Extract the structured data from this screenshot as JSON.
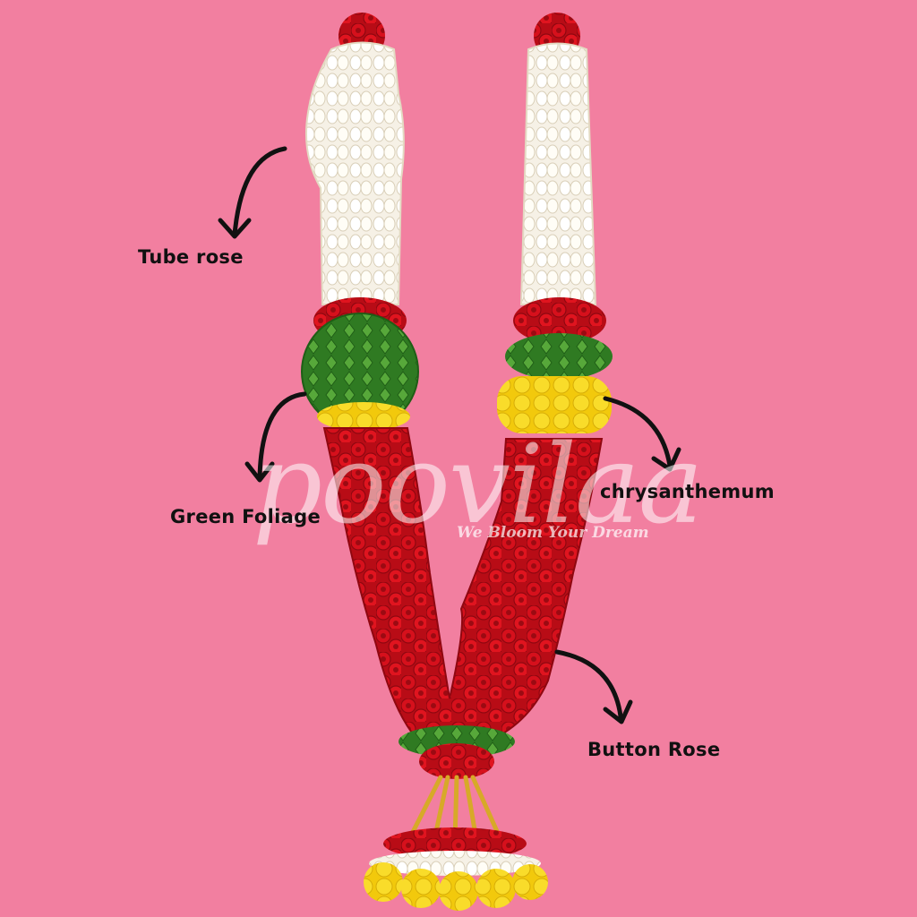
{
  "labels": {
    "tube_rose": "Tube rose",
    "green_foliage": "Green Foliage",
    "chrysanthemum": "chrysanthemum",
    "button_rose": "Button Rose"
  },
  "watermark": {
    "brand": "poovilaa",
    "tagline": "We Bloom Your Dream"
  },
  "colors": {
    "background": "#f27fa0",
    "rose_red": "#d6101c",
    "tuberose_white": "#f6f1e6",
    "chrysanthemum_yellow": "#f7d511",
    "foliage_green": "#3f8f2b",
    "gold": "#d7a928"
  }
}
